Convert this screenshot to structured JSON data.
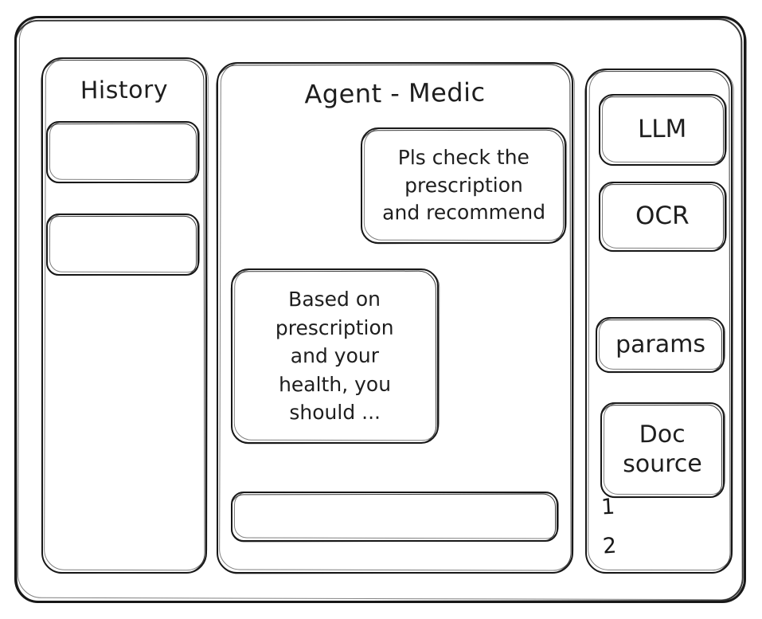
{
  "app": {
    "type": "wireframe-sketch",
    "ink_color": "#181818",
    "background_color": "#ffffff"
  },
  "sidebar_history": {
    "title": "History",
    "items": [
      {
        "label": ""
      },
      {
        "label": ""
      }
    ]
  },
  "main": {
    "title": "Agent - Medic",
    "messages": [
      {
        "role": "user",
        "text": "Pls check the\nprescription\nand recommend"
      },
      {
        "role": "assistant",
        "text": "Based on\nprescription\nand your\nhealth, you\nshould ..."
      }
    ],
    "composer": {
      "value": "",
      "placeholder": ""
    }
  },
  "tools_panel": {
    "buttons": [
      {
        "label": "LLM"
      },
      {
        "label": "OCR"
      },
      {
        "label": "params"
      },
      {
        "label": "Doc\nsource"
      }
    ],
    "doc_sources": [
      {
        "number": "1"
      },
      {
        "number": "2"
      }
    ]
  }
}
